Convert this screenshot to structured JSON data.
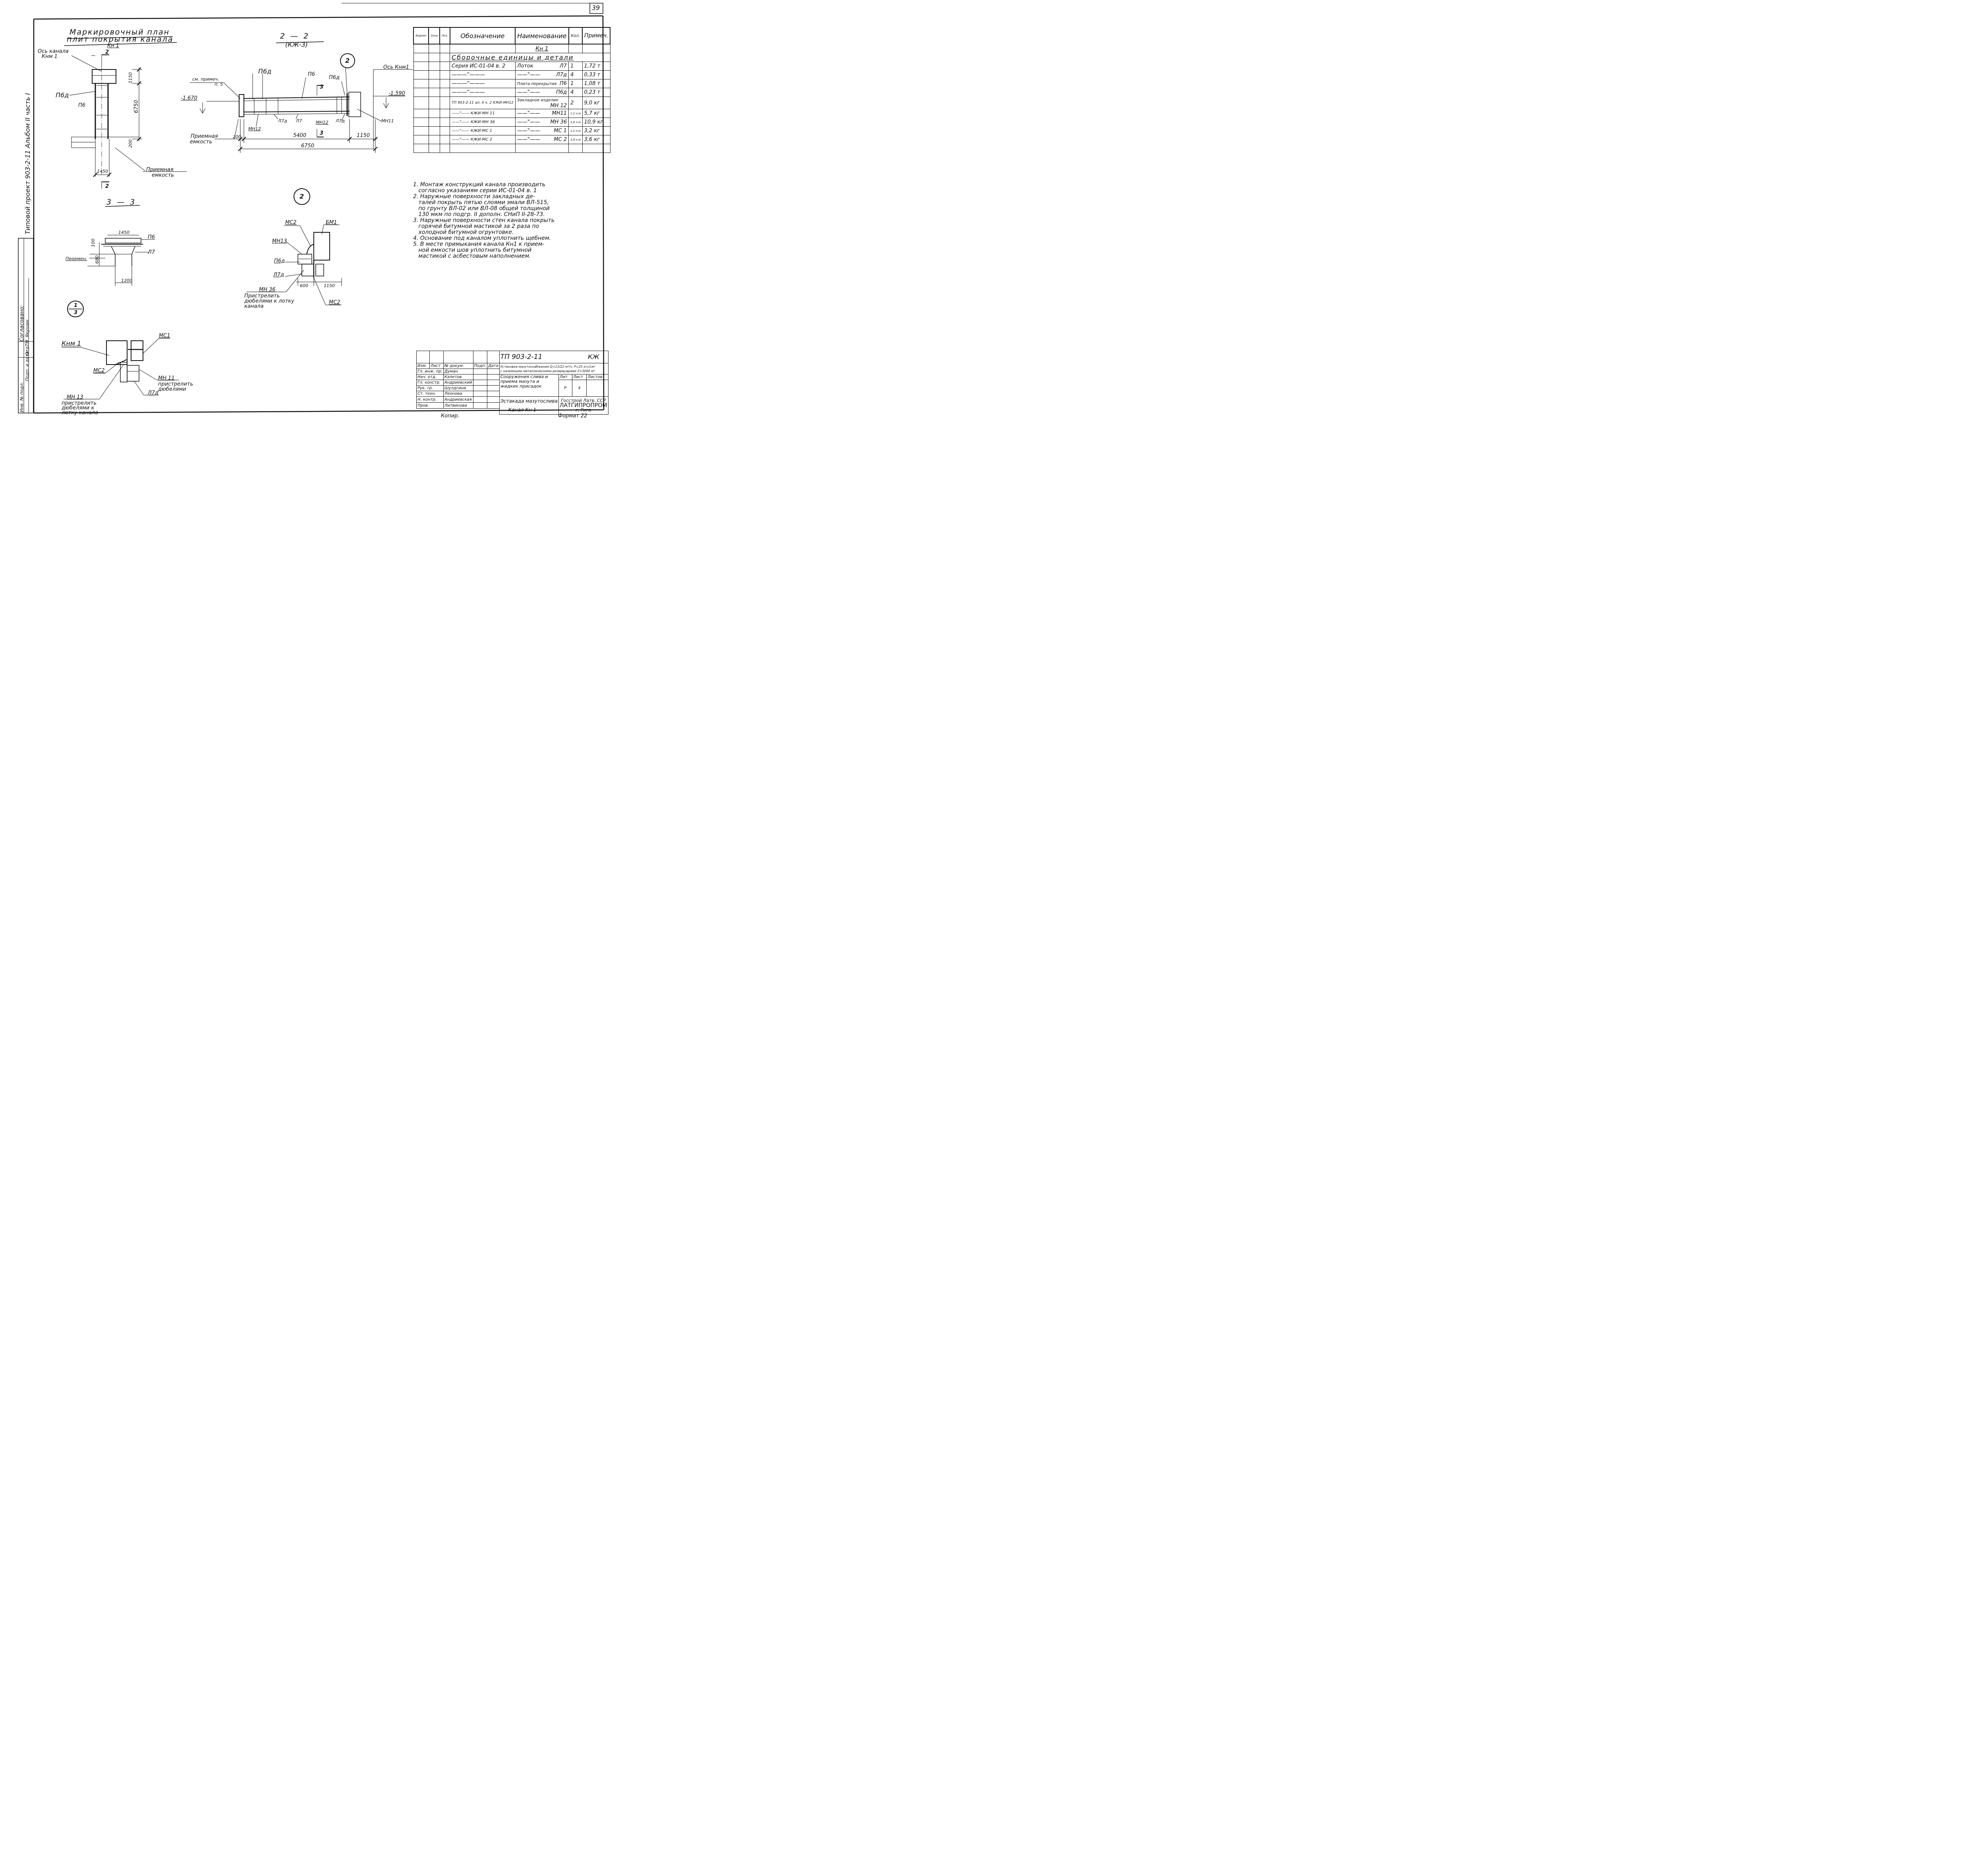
{
  "sheet_number": "39",
  "side_label": "Типовой проект 903-2-11     Альбом II часть I",
  "marking_plan": {
    "title_line1": "Маркировочный план",
    "title_line2": "плит покрытия канала",
    "subtitle": "Кн 1",
    "axis_label_1": "Ось канала",
    "axis_label_2": "Кнм 1",
    "p6d": "П6д",
    "p6": "П6",
    "dim_1150": "1150",
    "dim_6750": "6750",
    "dim_200": "200",
    "dim_1450": "1450",
    "section_mark": "2",
    "receiver_1": "Приемная",
    "receiver_2": "емкость"
  },
  "section_22": {
    "title": "2 — 2",
    "subtitle": "(КЖ-3)",
    "note_ref_1": "см. примеч.",
    "note_ref_2": "п. 5",
    "p6d_left": "П6д",
    "p6": "П6",
    "p6d_right": "П6д",
    "callout": "2",
    "axis": "Ось Кнм1",
    "level_left": "-1.670",
    "level_right": "-1.590",
    "section_mark": "3",
    "mn12_left": "МН12",
    "l7d_left": "Л7д",
    "l7": "Л7",
    "mn12_right": "МН12",
    "l7d_right": "Л7д",
    "mn11": "МН11",
    "receiver_1": "Приемная",
    "receiver_2": "емкость",
    "dim_200": "200",
    "dim_5400": "5400",
    "dim_1150": "1150",
    "dim_6750": "6750"
  },
  "section_33": {
    "title": "3 — 3",
    "dim_1450": "1450",
    "p6": "П6",
    "l7": "Л7",
    "dim_100": "100",
    "dim_var": "Перемен.",
    "dim_680": "680",
    "dim_1200": "1200"
  },
  "node_2": {
    "callout": "2",
    "mc2_top": "МС2",
    "bm1": "БМ1",
    "mn13": "МН13",
    "p6d": "П6д",
    "l7d": "Л7д",
    "mn36": "МН 36",
    "note_1": "Пристрелить",
    "note_2": "дюбелями к лотку",
    "note_3": "канала",
    "dim_600": "600",
    "dim_1150": "1150",
    "mc2_bottom": "МС2"
  },
  "node_13": {
    "callout_top": "1",
    "callout_bottom": "3",
    "knm1": "Кнм 1",
    "mc1": "МС1",
    "mc2": "МС2",
    "mn11": "МН 11",
    "mn11_note_1": "пристрелить",
    "mn11_note_2": "дюбелями",
    "mn13": "МН 13",
    "mn13_note_1": "пристрелить",
    "mn13_note_2": "дюбелями к",
    "mn13_note_3": "лотку канала",
    "l7d": "Л7д"
  },
  "spec_table": {
    "side_headers": [
      "Формат",
      "Зона",
      "Поз."
    ],
    "headers": [
      "Обозначение",
      "Наименование",
      "Кол.",
      "Примеч."
    ],
    "group": "Кн 1",
    "section": "Сборочные  единицы  и  детали",
    "rows": [
      {
        "designation": "Серия ИС-01-04 в. 2",
        "name": "Лоток",
        "mark": "Л7",
        "qty": "1",
        "note": "1,72 т"
      },
      {
        "designation": "———\"———",
        "name": "——\"——",
        "mark": "Л7д",
        "qty": "4",
        "note": "0,33 т"
      },
      {
        "designation": "———\"———",
        "name": "Плита перекрытия",
        "mark": "П6",
        "qty": "1",
        "note": "1,08 т"
      },
      {
        "designation": "———\"———",
        "name": "——\"——",
        "mark": "П6д",
        "qty": "4",
        "note": "0,23 т"
      },
      {
        "designation": "ТП 903-2-11 ал. II ч. 2   КЖИ-МН12",
        "name": "Закладное изделие",
        "mark": "МН 12",
        "qty": "2",
        "note": "9,0 кг"
      },
      {
        "designation": "——\"——   КЖИ-МН 11",
        "name": "——\"——",
        "mark": "МН11",
        "qty": "1,2 п.м",
        "note": "5,7 кг"
      },
      {
        "designation": "——\"——   КЖИ-МН 36",
        "name": "——\"——",
        "mark": "МН 36",
        "qty": "2,8 п.м",
        "note": "10,9 кг"
      },
      {
        "designation": "——\"——   КЖИ-МС 1",
        "name": "——\"——",
        "mark": "МС 1",
        "qty": "1,2 п.м",
        "note": "3,2 кг"
      },
      {
        "designation": "——\"——   КЖИ-МС 2",
        "name": "——\"——",
        "mark": "МС 2",
        "qty": "2,8 п.м",
        "note": "3,6 кг"
      }
    ]
  },
  "notes": [
    "1. Монтаж конструкций канала производить",
    "   согласно указаниям серии ИС-01-04 в. 1",
    "2. Наружные поверхности закладных де-",
    "   талей покрыть пятью слоями эмали ВЛ-515,",
    "   по грунту ВЛ-02 или ВЛ-08 общей толщиной",
    "   130 мкм по подгр. II дополн. СНиП II-28-73.",
    "3. Наружные поверхности стен канала покрыть",
    "   горячей битумной мастикой за 2 раза по",
    "   холодной битумной огрунтовке.",
    "4. Основание под каналом уплотнить щебнем.",
    "5. В месте примыкания канала Кн1 к прием-",
    "   ной емкости шов уплотнить битумной",
    "   мастикой с асбестовым наполнением."
  ],
  "approval_block": {
    "title": "Согласовано:",
    "dept_1": "Отд",
    "dept_2": "ТМ",
    "name": "Якушин",
    "inv_label": "Инв. № подл.",
    "sign_date": "Подп. и дата"
  },
  "title_block": {
    "code": "ТП 903-2-11",
    "stage_code": "КЖ",
    "header_cells": [
      "Изм.",
      "Лист",
      "№ докум.",
      "Подп.",
      "Дата"
    ],
    "people": [
      {
        "role": "Гл. инж. пр.",
        "name": "Думан"
      },
      {
        "role": "Нач. отд.",
        "name": "Калетов"
      },
      {
        "role": "Гл. констр.",
        "name": "Андриевский"
      },
      {
        "role": "Рук. гр.",
        "name": "Шулдгина"
      },
      {
        "role": "Ст. техн.",
        "name": "Леонова"
      },
      {
        "role": "Н. контр.",
        "name": "Андриевская"
      },
      {
        "role": "Пров.",
        "name": "Литвинова"
      }
    ],
    "project_title_1": "Установка мазутоснабжения Q=13/22 м³/ч, P=25 кгс/см²",
    "project_title_2": "с наземными металлическими резервуарами 2×3000 м³",
    "object_1": "Сооружения слива и",
    "object_2": "приема мазута и",
    "object_3": "жидких присадок",
    "stage_header": "Лит",
    "sheet_header": "Лист",
    "sheets_header": "Листов",
    "stage": "Р",
    "sheet": "4",
    "sheets": "",
    "drawing_name_1": "Эстакада мазутослива",
    "drawing_name_2": "Канал Кн 1",
    "org_1": "Госстрой Латв. ССР",
    "org_2": "ЛАТГИПРОПРОМ",
    "org_3": "г. Рига"
  },
  "footer": {
    "copied": "Копир.",
    "format": "Формат 22"
  }
}
